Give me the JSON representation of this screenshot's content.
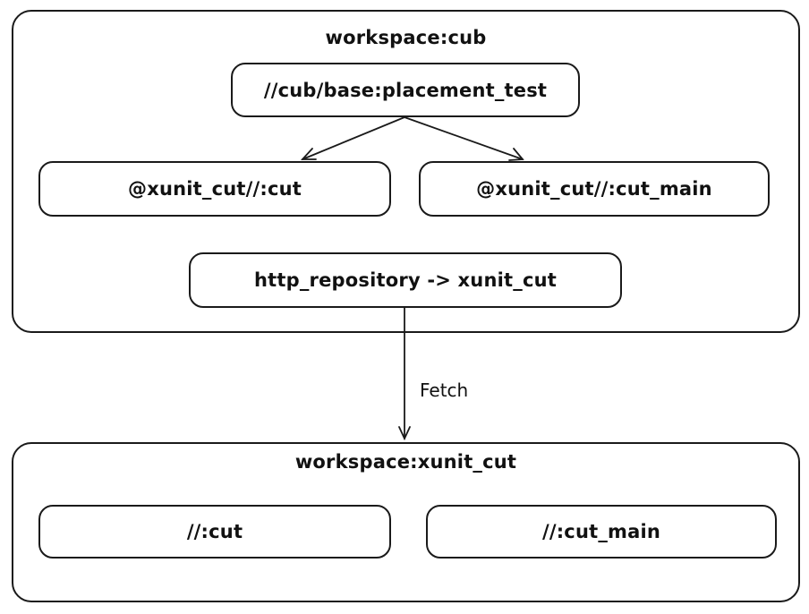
{
  "workspaces": [
    {
      "title": "workspace:cub",
      "targets": [
        "//cub/base:placement_test",
        "@xunit_cut//:cut",
        "@xunit_cut//:cut_main",
        "http_repository -> xunit_cut"
      ]
    },
    {
      "title": "workspace:xunit_cut",
      "targets": [
        "//:cut",
        "//:cut_main"
      ]
    }
  ],
  "edges": {
    "fetch_label": "Fetch"
  }
}
